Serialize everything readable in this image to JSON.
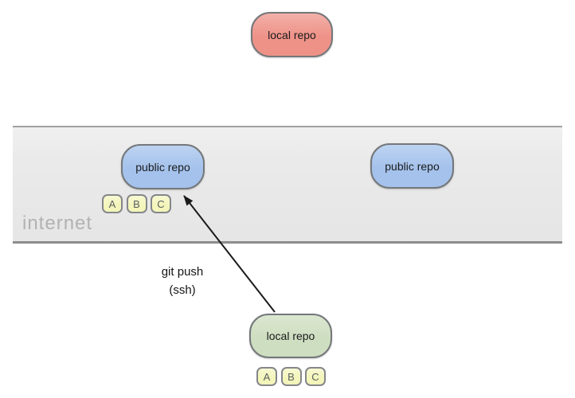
{
  "nodes": {
    "remote_local_repo": {
      "label": "local repo"
    },
    "public_repo_left": {
      "label": "public repo"
    },
    "public_repo_right": {
      "label": "public repo"
    },
    "local_repo": {
      "label": "local repo"
    }
  },
  "internet_band": {
    "label": "internet"
  },
  "arrow": {
    "label_line1": "git push",
    "label_line2": "(ssh)"
  },
  "commits": {
    "public_repo": [
      "A",
      "B",
      "C"
    ],
    "local_repo": [
      "A",
      "B",
      "C"
    ]
  },
  "colors": {
    "repo-red": "#ee9288",
    "repo-blue": "#a4c2ec",
    "repo-green": "#cedec0",
    "commit-yellow": "#f3f5ba",
    "band-gray": "#eaeaea",
    "band-border-top": "#a1a1a1",
    "band-border-bottom": "#8d8d8d",
    "node-border": "#74777a",
    "chip-border": "#84878a",
    "internet-text": "#b2b2b2",
    "arrow-black": "#1a1a1a"
  }
}
